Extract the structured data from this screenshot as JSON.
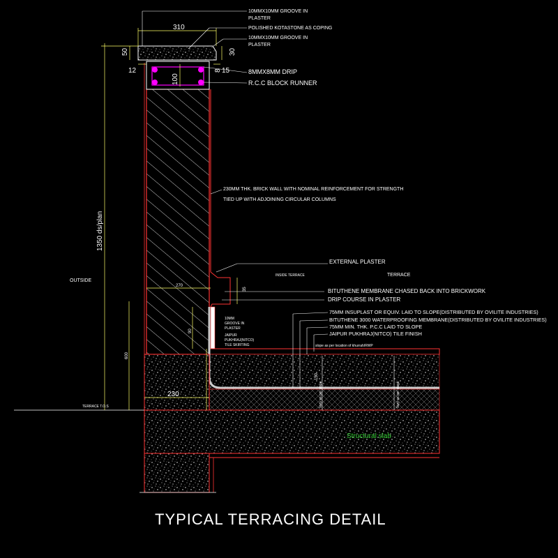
{
  "title": "TYPICAL TERRACING DETAIL",
  "labels": {
    "groove_top_1": "10MMX10MM GROOVE IN",
    "groove_top_2": "PLASTER",
    "coping": "POLISHED KOTASTONE AS COPING",
    "groove_bot_1": "10MMX10MM GROOVE IN",
    "groove_bot_2": "PLASTER",
    "drip": "8MMX8MM DRIP",
    "runner": "R.C.C BLOCK RUNNER",
    "brick_wall_1": "230MM THK. BRICK WALL WITH NOMINAL REINFORCEMENT FOR STRENGTH",
    "brick_wall_2": "TIED UP WITH ADJOINING CIRCULAR COLUMNS",
    "external_plaster": "EXTERNAL PLASTER",
    "inside_terrace": "INSIDE TERRACE",
    "terrace": "TERRACE",
    "outside": "OUTSIDE",
    "bituthene_chased": "BITUTHENE  MEMBRANE CHASED BACK INTO BRICKWORK",
    "drip_course": "DRIP COURSE IN PLASTER",
    "insuplast": "75MM INSUPLAST OR EQUIV. LAID TO SLOPE(DISTRIBUTED BY OVILITE INDUSTRIES)",
    "bituthene_3000": "BITUTHENE 3000  WATERPROOFING MEMBRANE(DISTRIBUTED BY OVILITE INDUSTRIES)",
    "pcc": "75MM MIN. THK. P.C.C LAID TO SLOPE",
    "tile": "JAIPUR PUKHRAJ(NITCO) TILE FINISH",
    "groove_small_1": "10MM",
    "groove_small_2": "GROOVE IN",
    "groove_small_3": "PLASTER",
    "skirting_1": "JAIPUR",
    "skirting_2": "PUKHRAJ(NITCO)",
    "skirting_3": "TILE SKIRTING",
    "slope_note": "slope as per location of khurrah/RWP",
    "structural_slab": "Structural slab",
    "terrace_tos": "TERRACE T.O.S",
    "vary_left": "Vary as per slope",
    "vary_right": "Vary as per slope"
  },
  "dimensions": {
    "d310": "310",
    "d50": "50",
    "d30": "30",
    "d12": "12",
    "d8": "8",
    "d15": "15",
    "d100": "100",
    "d1350": "1350 ds/plan",
    "d270": "270",
    "d35": "35",
    "d90": "90",
    "d600": "600",
    "d230": "230",
    "d150": "150"
  },
  "colors": {
    "background": "#000000",
    "linework": "#ffffff",
    "dimension": "#ffff66",
    "wall_outline": "#ff3333",
    "reinforcement": "#ff00ff",
    "slab_label": "#33cc33"
  }
}
